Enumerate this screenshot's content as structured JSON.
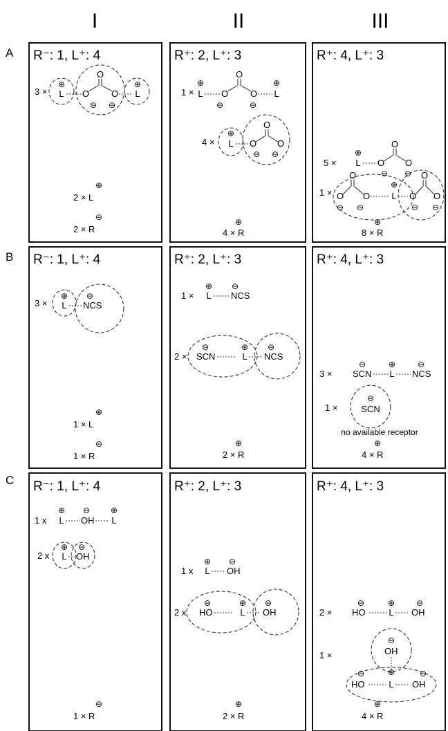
{
  "columns": [
    "I",
    "II",
    "III"
  ],
  "rows": [
    "A",
    "B",
    "C"
  ],
  "panels": {
    "A1": {
      "title": "R⁻: 1, L⁺: 4",
      "counts": [
        "3 ×",
        "2 × L",
        "2 × R"
      ]
    },
    "A2": {
      "title": "R⁺: 2, L⁺: 3",
      "counts": [
        "1 ×",
        "4 ×",
        "4 × R"
      ]
    },
    "A3": {
      "title": "R⁺: 4, L⁺: 3",
      "counts": [
        "5 ×",
        "1 ×",
        "8 × R"
      ]
    },
    "B1": {
      "title": "R⁻: 1, L⁺: 4",
      "counts": [
        "3 ×",
        "1 × L",
        "1 × R"
      ]
    },
    "B2": {
      "title": "R⁺: 2, L⁺: 3",
      "counts": [
        "1 ×",
        "2 ×",
        "2 × R"
      ]
    },
    "B3": {
      "title": "R⁺: 4, L⁺: 3",
      "counts": [
        "3 ×",
        "1 ×",
        "4 × R"
      ],
      "note": "no available receptor"
    },
    "C1": {
      "title": "R⁻: 1, L⁺: 4",
      "counts": [
        "1 x",
        "2 x",
        "1 × R"
      ]
    },
    "C2": {
      "title": "R⁺: 2, L⁺: 3",
      "counts": [
        "1 x",
        "2 x",
        "2 × R"
      ]
    },
    "C3": {
      "title": "R⁺: 4, L⁺: 3",
      "counts": [
        "2 ×",
        "1 ×",
        "4 × R"
      ]
    }
  },
  "species": {
    "L": "L",
    "O": "O",
    "NCS": "NCS",
    "SCN": "SCN",
    "OH": "OH",
    "HO": "HO",
    "plus": "⊕",
    "minus": "⊖"
  }
}
